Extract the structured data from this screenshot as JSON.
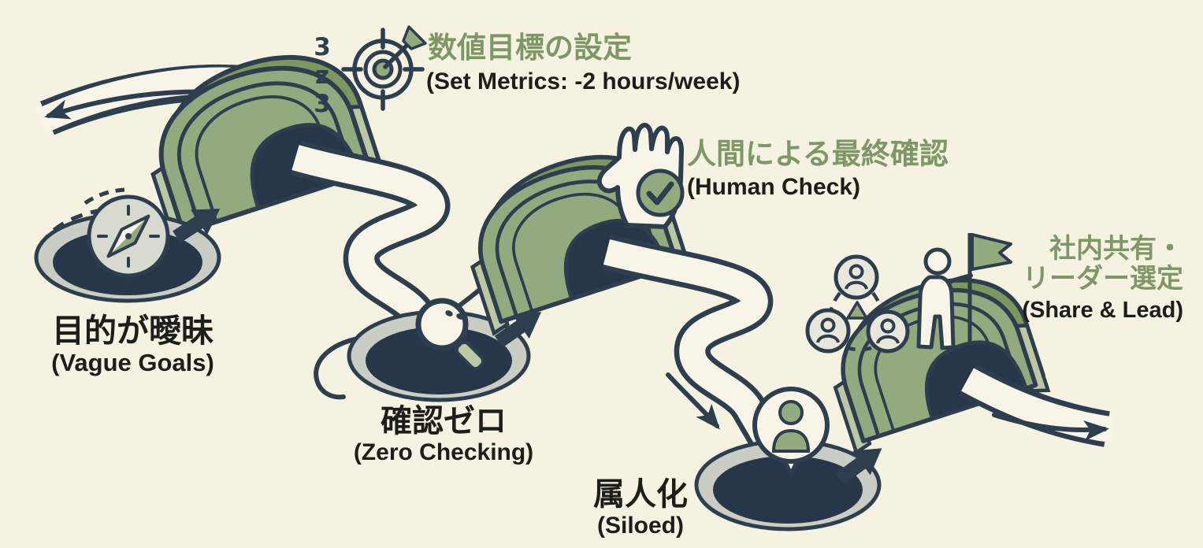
{
  "title": "AI workflow pitfalls and bridges diagram",
  "palette": {
    "bg": "#f5f2e2",
    "ribbon": "#f8f5e8",
    "ink": "#2d3e4e",
    "green_mid": "#93aa7e",
    "green_dark": "#7e975f",
    "green_light": "#bcc8a3",
    "hole_dark": "#253748",
    "hole_rim": "#c9cdc3",
    "compass_face": "#d8dad0",
    "badge_circle": "#e9e7db",
    "text_green": "#7d9766",
    "text_black": "#1d1d1b"
  },
  "pitfalls": [
    {
      "jp": "目的が曖昧",
      "en": "(Vague Goals)",
      "icon": "compass-icon"
    },
    {
      "jp": "確認ゼロ",
      "en": "(Zero Checking)",
      "icon": "magnifier-icon"
    },
    {
      "jp": "属人化",
      "en": "(Siloed)",
      "icon": "person-bubble-icon"
    }
  ],
  "solutions": [
    {
      "jp": "数値目標の設定",
      "en": "(Set Metrics: -2 hours/week)",
      "icon": "target-dart-icon"
    },
    {
      "jp": "人間による最終確認",
      "en": "(Human Check)",
      "icon": "hand-check-icon"
    },
    {
      "jp_line1": "社内共有・",
      "jp_line2": "リーダー選定",
      "en": "(Share & Lead)",
      "icon": "team-network-icon"
    }
  ],
  "decor": {
    "zzz_chars": [
      "3",
      "z",
      "3"
    ]
  }
}
